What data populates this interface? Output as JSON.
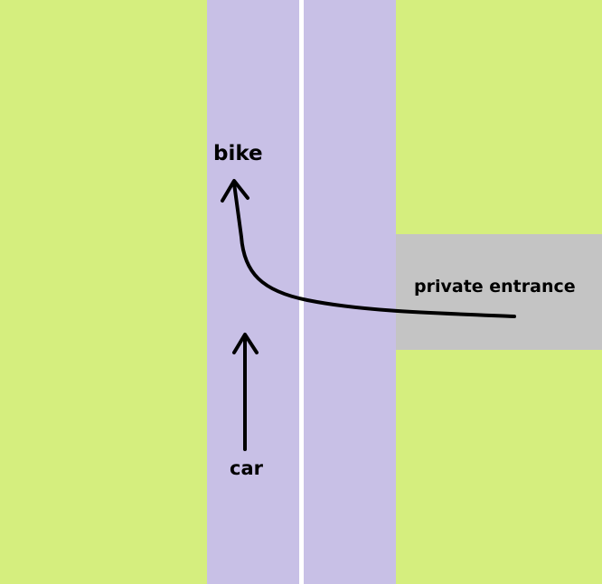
{
  "labels": {
    "bike": "bike",
    "car": "car",
    "entrance": "private entrance"
  },
  "colors": {
    "grass": "#d5ee7e",
    "road": "#c8c0e6",
    "center_line": "#ffffff",
    "driveway": "#c4c4c4",
    "arrow": "#000000"
  },
  "icons": {
    "bike_path": "curved-arrow-icon",
    "car_path": "straight-arrow-icon"
  }
}
